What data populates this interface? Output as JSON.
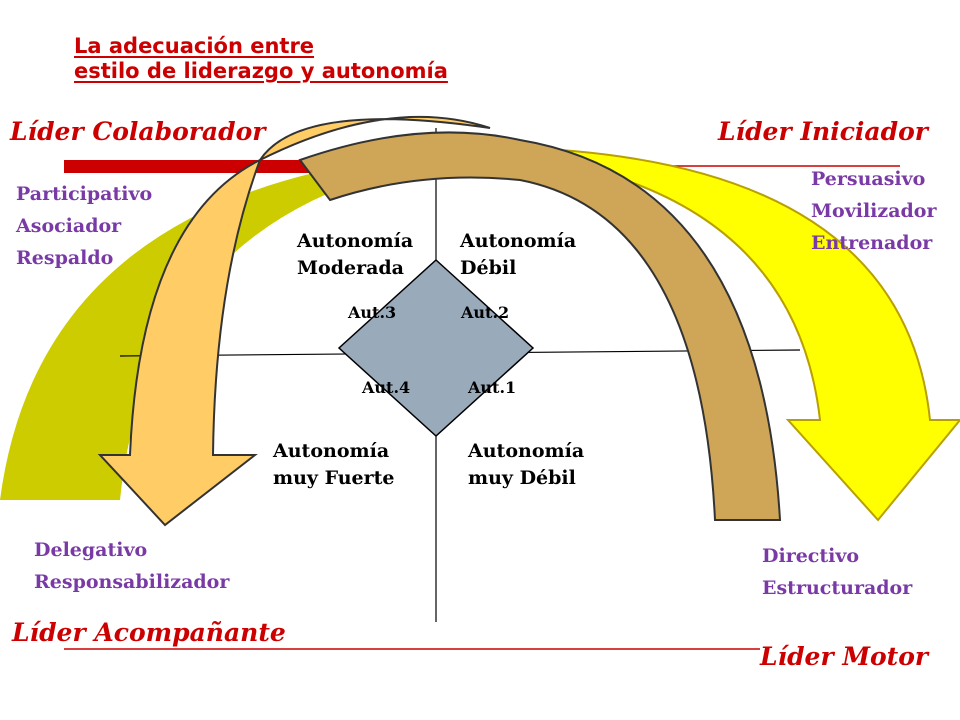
{
  "title": {
    "line1": "La adecuación entre",
    "line2": "estilo de liderazgo y autonomía"
  },
  "quadrants": {
    "top_left": {
      "leader": "Líder Colaborador",
      "styles": [
        "Participativo",
        "Asociador",
        "Respaldo"
      ]
    },
    "top_right": {
      "leader": "Líder Iniciador",
      "styles": [
        "Persuasivo",
        "Movilizador",
        "Entrenador"
      ]
    },
    "bottom_left": {
      "leader": "Líder Acompañante",
      "styles": [
        "Delegativo",
        "Responsabilizador"
      ]
    },
    "bottom_right": {
      "leader": "Líder Motor",
      "styles": [
        "Directivo",
        "Estructurador"
      ]
    }
  },
  "autonomy": {
    "moderada": [
      "Autonomía",
      "Moderada"
    ],
    "debil": [
      "Autonomía",
      "Débil"
    ],
    "muy_fuerte": [
      "Autonomía",
      "muy Fuerte"
    ],
    "muy_debil": [
      "Autonomía",
      "muy Débil"
    ]
  },
  "diamond_labels": {
    "aut3": "Aut.3",
    "aut2": "Aut.2",
    "aut4": "Aut.4",
    "aut1": "Aut.1"
  },
  "colors": {
    "title_red": "#cc0000",
    "style_purple": "#7a3aa6",
    "arrow_olive": "#cccc00",
    "arrow_yellow": "#ffff00",
    "arrow_peach": "#ffcc66",
    "arrow_tan": "#cfa657",
    "diamond": "#99aabb"
  }
}
